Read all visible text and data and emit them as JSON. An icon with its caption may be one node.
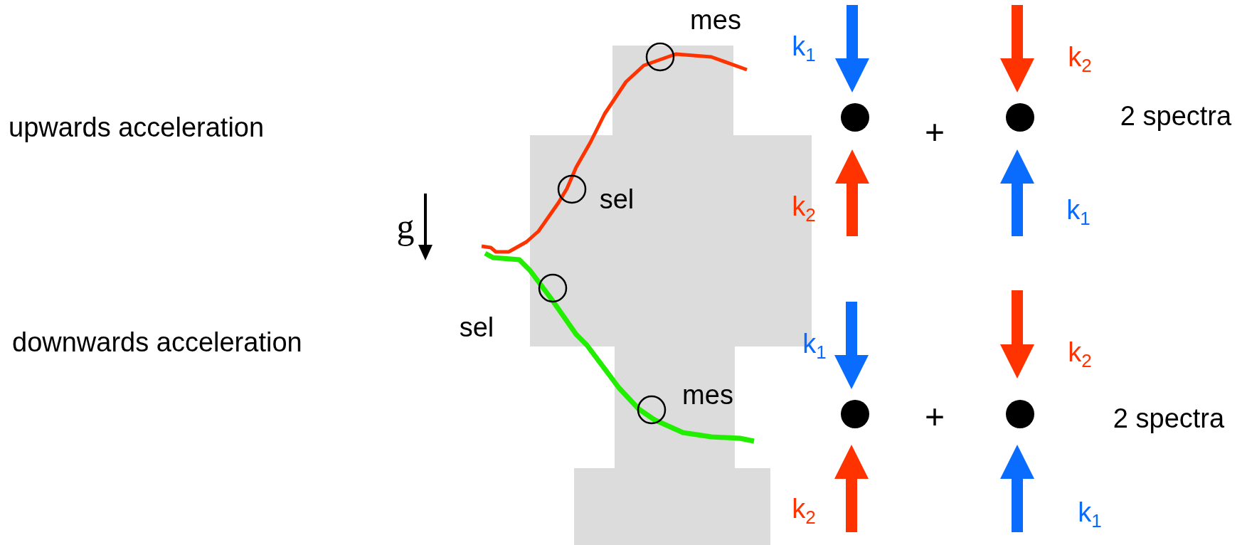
{
  "diagram": {
    "labels": [
      "mes",
      "k$_{1}$",
      "k$_{2}$",
      "upwards acceleration",
      "+",
      "2 spectra",
      "sel",
      "k$_{2}$",
      "k$_{1}$",
      "g",
      "sel",
      "k$_{1}$",
      "k$_{2}$",
      "downwards acceleration",
      "mes",
      "+",
      "2 spectra",
      "k$_{2}$",
      "k$_{1}$"
    ]
  }
}
